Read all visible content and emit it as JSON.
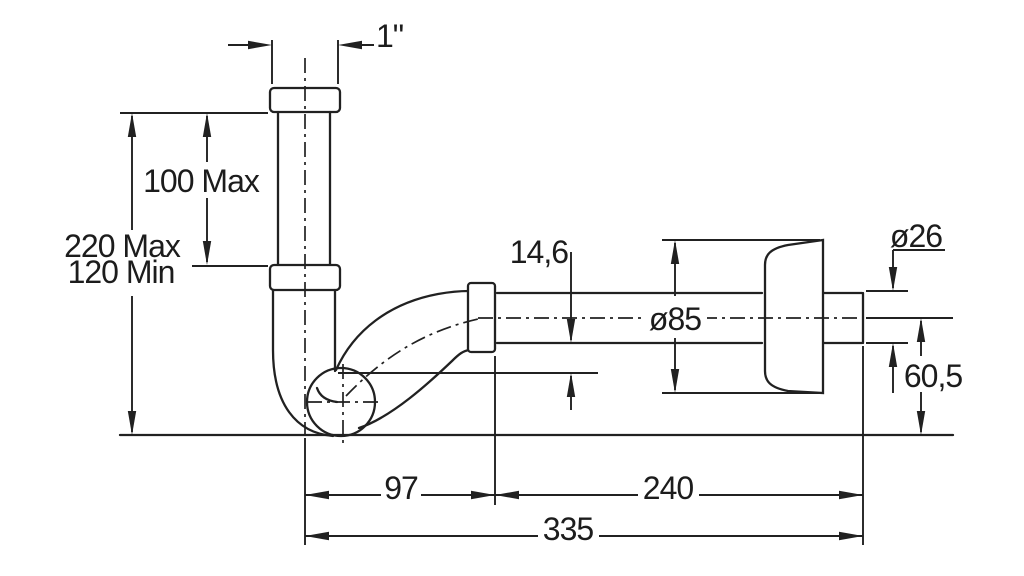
{
  "drawing": {
    "type": "technical-dimension-drawing",
    "subject": "bottle-trap-siphon-side-view",
    "colors": {
      "line": "#212121",
      "background": "#ffffff"
    },
    "dims": {
      "inlet_thread": "1\"",
      "inlet_insert_depth": "100 Max",
      "inlet_height_max": "220 Max",
      "inlet_height_min": "120 Min",
      "seal_offset": "14,6",
      "rosette_diameter": "ø85",
      "tailpipe_diameter": "ø26",
      "outlet_axis_height": "60,5",
      "bend_to_nut_length": "97",
      "nut_to_wall_length": "240",
      "overall_length": "335"
    }
  }
}
